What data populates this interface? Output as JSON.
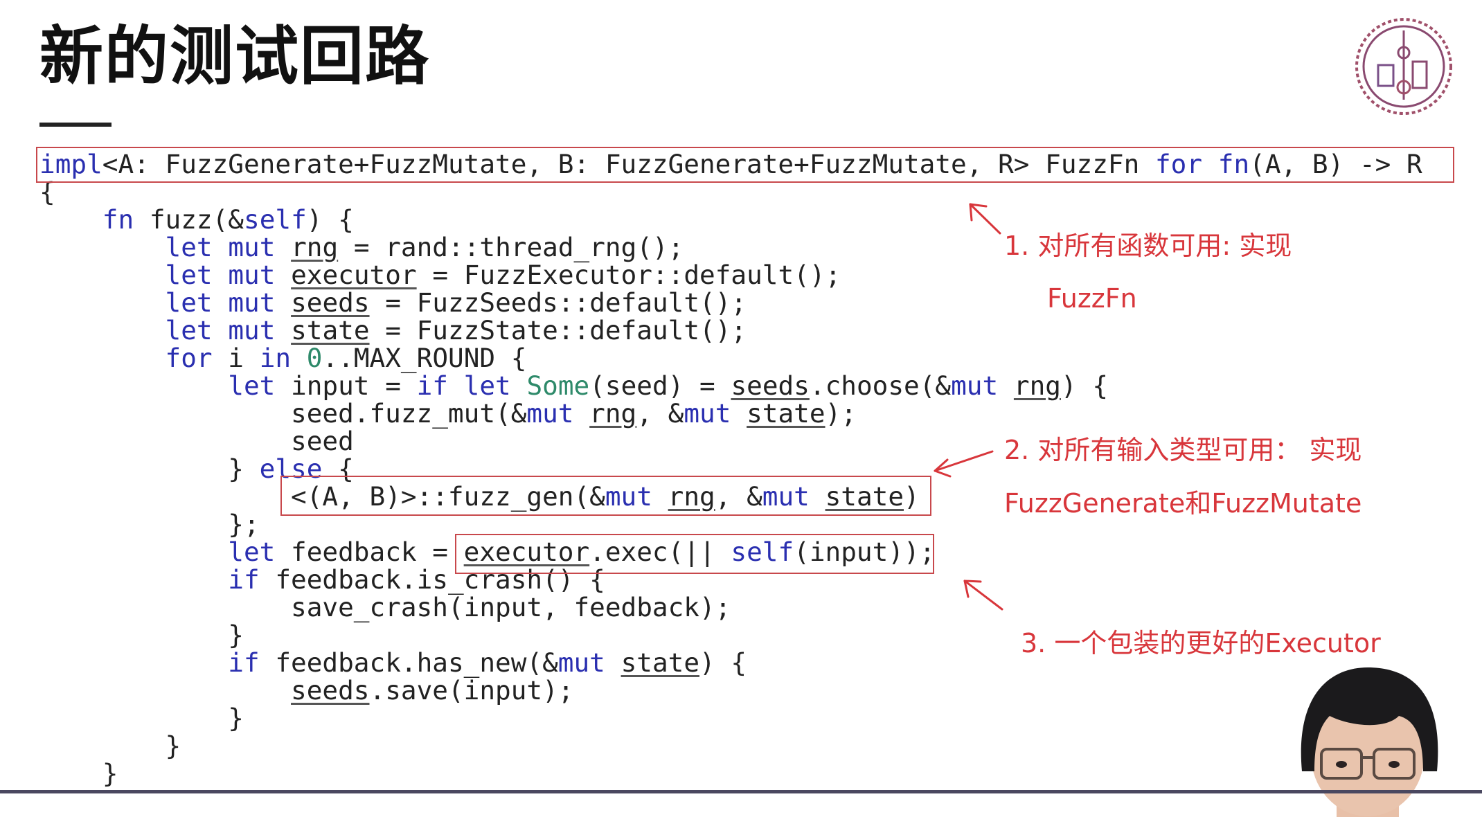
{
  "slide": {
    "title": "新的测试回路",
    "logo_icon": "university-gear-seal-icon",
    "accent_color": "#d8363b",
    "keyword_color": "#2a2fb0"
  },
  "code_lines": [
    [
      [
        "impl",
        "k"
      ],
      [
        "<A: FuzzGenerate+FuzzMutate, B: FuzzGenerate+FuzzMutate, R> FuzzFn ",
        "p"
      ],
      [
        "for",
        "k"
      ],
      [
        " ",
        "p"
      ],
      [
        "fn",
        "k"
      ],
      [
        "(A, B) -> R",
        "p"
      ]
    ],
    [
      [
        "{",
        "p"
      ]
    ],
    [
      [
        "    ",
        "p"
      ],
      [
        "fn",
        "k"
      ],
      [
        " fuzz(&",
        "p"
      ],
      [
        "self",
        "k"
      ],
      [
        ") {",
        "p"
      ]
    ],
    [
      [
        "        ",
        "p"
      ],
      [
        "let",
        "k"
      ],
      [
        " ",
        "p"
      ],
      [
        "mut",
        "k"
      ],
      [
        " ",
        "p"
      ],
      [
        "rng",
        "u"
      ],
      [
        " = rand::thread_rng();",
        "p"
      ]
    ],
    [
      [
        "        ",
        "p"
      ],
      [
        "let",
        "k"
      ],
      [
        " ",
        "p"
      ],
      [
        "mut",
        "k"
      ],
      [
        " ",
        "p"
      ],
      [
        "executor",
        "u"
      ],
      [
        " = FuzzExecutor::default();",
        "p"
      ]
    ],
    [
      [
        "        ",
        "p"
      ],
      [
        "let",
        "k"
      ],
      [
        " ",
        "p"
      ],
      [
        "mut",
        "k"
      ],
      [
        " ",
        "p"
      ],
      [
        "seeds",
        "u"
      ],
      [
        " = FuzzSeeds::default();",
        "p"
      ]
    ],
    [
      [
        "        ",
        "p"
      ],
      [
        "let",
        "k"
      ],
      [
        " ",
        "p"
      ],
      [
        "mut",
        "k"
      ],
      [
        " ",
        "p"
      ],
      [
        "state",
        "u"
      ],
      [
        " = FuzzState::default();",
        "p"
      ]
    ],
    [
      [
        "        ",
        "p"
      ],
      [
        "for",
        "k"
      ],
      [
        " i ",
        "p"
      ],
      [
        "in",
        "k"
      ],
      [
        " ",
        "p"
      ],
      [
        "0",
        "t"
      ],
      [
        "..MAX_ROUND {",
        "p"
      ]
    ],
    [
      [
        "            ",
        "p"
      ],
      [
        "let",
        "k"
      ],
      [
        " input = ",
        "p"
      ],
      [
        "if",
        "k"
      ],
      [
        " ",
        "p"
      ],
      [
        "let",
        "k"
      ],
      [
        " ",
        "p"
      ],
      [
        "Some",
        "t"
      ],
      [
        "(seed) = ",
        "p"
      ],
      [
        "seeds",
        "u"
      ],
      [
        ".choose(&",
        "p"
      ],
      [
        "mut",
        "k"
      ],
      [
        " ",
        "p"
      ],
      [
        "rng",
        "u"
      ],
      [
        ") {",
        "p"
      ]
    ],
    [
      [
        "                seed.fuzz_mut(&",
        "p"
      ],
      [
        "mut",
        "k"
      ],
      [
        " ",
        "p"
      ],
      [
        "rng",
        "u"
      ],
      [
        ", &",
        "p"
      ],
      [
        "mut",
        "k"
      ],
      [
        " ",
        "p"
      ],
      [
        "state",
        "u"
      ],
      [
        ");",
        "p"
      ]
    ],
    [
      [
        "                seed",
        "p"
      ]
    ],
    [
      [
        "            } ",
        "p"
      ],
      [
        "else",
        "k"
      ],
      [
        " {",
        "p"
      ]
    ],
    [
      [
        "                <(A, B)>::fuzz_gen(&",
        "p"
      ],
      [
        "mut",
        "k"
      ],
      [
        " ",
        "p"
      ],
      [
        "rng",
        "u"
      ],
      [
        ", &",
        "p"
      ],
      [
        "mut",
        "k"
      ],
      [
        " ",
        "p"
      ],
      [
        "state",
        "u"
      ],
      [
        ")",
        "p"
      ]
    ],
    [
      [
        "            };",
        "p"
      ]
    ],
    [
      [
        "            ",
        "p"
      ],
      [
        "let",
        "k"
      ],
      [
        " feedback = ",
        "p"
      ],
      [
        "executor",
        "u"
      ],
      [
        ".exec(|| ",
        "p"
      ],
      [
        "self",
        "k"
      ],
      [
        "(input));",
        "p"
      ]
    ],
    [
      [
        "            ",
        "p"
      ],
      [
        "if",
        "k"
      ],
      [
        " feedback.is_crash() {",
        "p"
      ]
    ],
    [
      [
        "                save_crash(input, feedback);",
        "p"
      ]
    ],
    [
      [
        "            }",
        "p"
      ]
    ],
    [
      [
        "            ",
        "p"
      ],
      [
        "if",
        "k"
      ],
      [
        " feedback.has_new(&",
        "p"
      ],
      [
        "mut",
        "k"
      ],
      [
        " ",
        "p"
      ],
      [
        "state",
        "u"
      ],
      [
        ") {",
        "p"
      ]
    ],
    [
      [
        "                ",
        "p"
      ],
      [
        "seeds",
        "u"
      ],
      [
        ".save(input);",
        "p"
      ]
    ],
    [
      [
        "            }",
        "p"
      ]
    ],
    [
      [
        "        }",
        "p"
      ]
    ],
    [
      [
        "    }",
        "p"
      ]
    ]
  ],
  "annotations": {
    "note1_line1": "1.  对所有函数可用: 实现",
    "note1_line2": "FuzzFn",
    "note2_line1": "2. 对所有输入类型可用：  实现",
    "note2_line2": "FuzzGenerate和FuzzMutate",
    "note3": "3. 一个包装的更好的Executor"
  }
}
